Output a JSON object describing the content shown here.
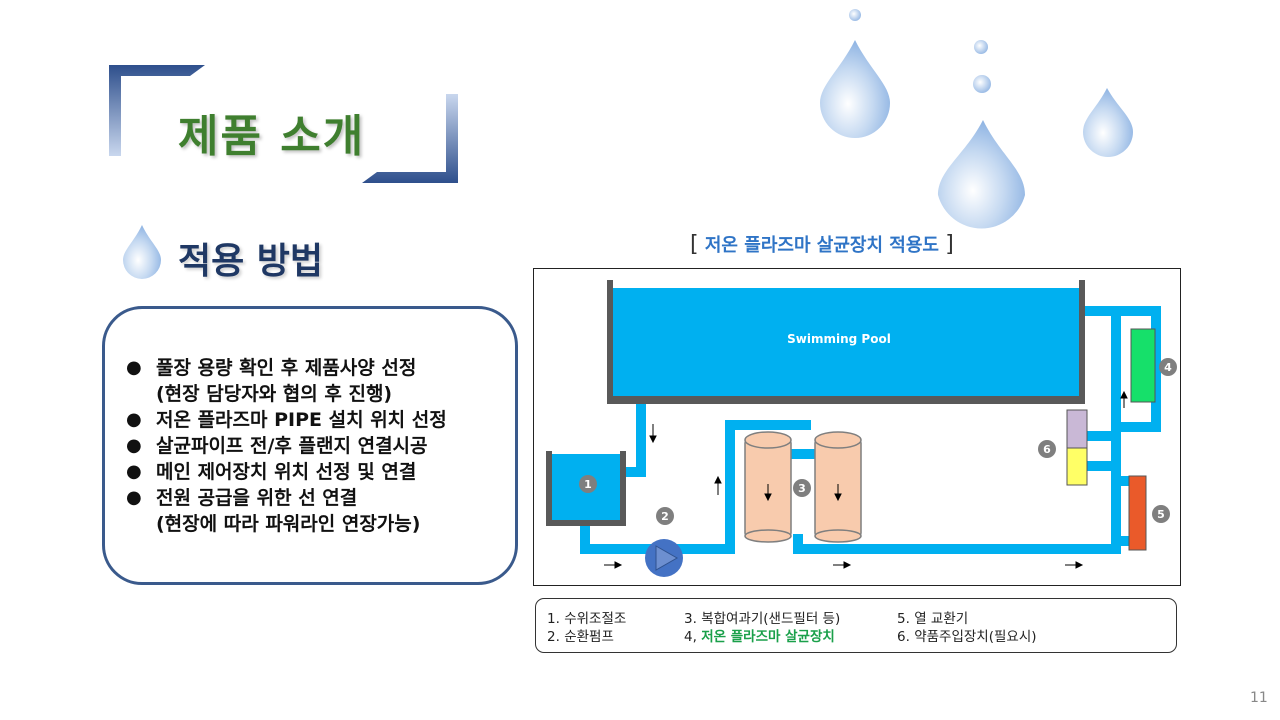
{
  "header": {
    "title": "제품 소개"
  },
  "section": {
    "title": "적용 방법"
  },
  "steps": {
    "items": [
      {
        "bullet": "●",
        "lines": [
          "풀장 용량 확인 후 제품사양 선정",
          "(현장 담당자와 협의 후 진행)"
        ]
      },
      {
        "bullet": "●",
        "lines": [
          "저온 플라즈마 PIPE 설치 위치 선정"
        ]
      },
      {
        "bullet": "●",
        "lines": [
          "살균파이프 전/후 플랜지 연결시공"
        ]
      },
      {
        "bullet": "●",
        "lines": [
          "메인 제어장치 위치 선정 및 연결"
        ]
      },
      {
        "bullet": "●",
        "lines": [
          "전원 공급을 위한 선 연결",
          "(현장에 따라 파워라인 연장가능)"
        ]
      }
    ]
  },
  "diagram": {
    "title_open": "[",
    "title": "저온 플라즈마 살균장치 적용도",
    "title_close": "]",
    "pool_label": "Swimming Pool",
    "markers": [
      "1",
      "2",
      "3",
      "4",
      "5",
      "6"
    ],
    "colors": {
      "water": "#00b0f0",
      "wall": "#595959",
      "filter": "#f8cbad",
      "filter_border": "#7f7f7f",
      "pump": "#4472c4",
      "heat_exchanger": "#ea5a2a",
      "plasma": "#16e06a",
      "dosing_top": "#c9b8d6",
      "dosing_bottom": "#ffff66",
      "marker": "#7f7f7f"
    }
  },
  "legend": {
    "items": [
      {
        "no": "1.",
        "text": "수위조절조"
      },
      {
        "no": "2.",
        "text": "순환펌프"
      },
      {
        "no": "3.",
        "text": "복합여과기(샌드필터 등)"
      },
      {
        "no": "4,",
        "text": "저온 플라즈마 살균장치",
        "highlight": true
      },
      {
        "no": "5.",
        "text": "열 교환기"
      },
      {
        "no": "6.",
        "text": "약품주입장치(필요시)"
      }
    ]
  },
  "page": {
    "number": "11"
  }
}
